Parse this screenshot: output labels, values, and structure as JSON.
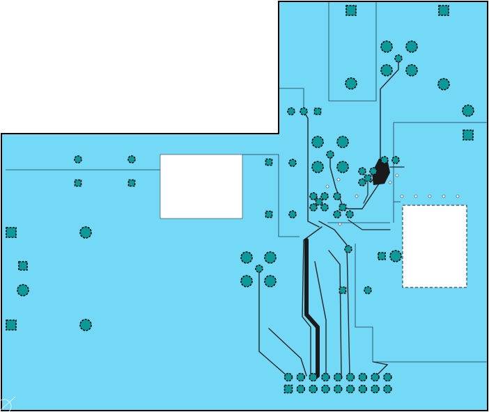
{
  "board": {
    "copper_color": "#74d8f7",
    "outline_color": "#000000",
    "trace_color": "#1e1e1e",
    "pad_fill": "#0a9a9a",
    "pad_ring": "#0a0a0a",
    "cutout_color": "#ffffff"
  },
  "components": {
    "round_pads": 64,
    "square_pads": 16,
    "header_pins": 18,
    "voids": 2
  }
}
